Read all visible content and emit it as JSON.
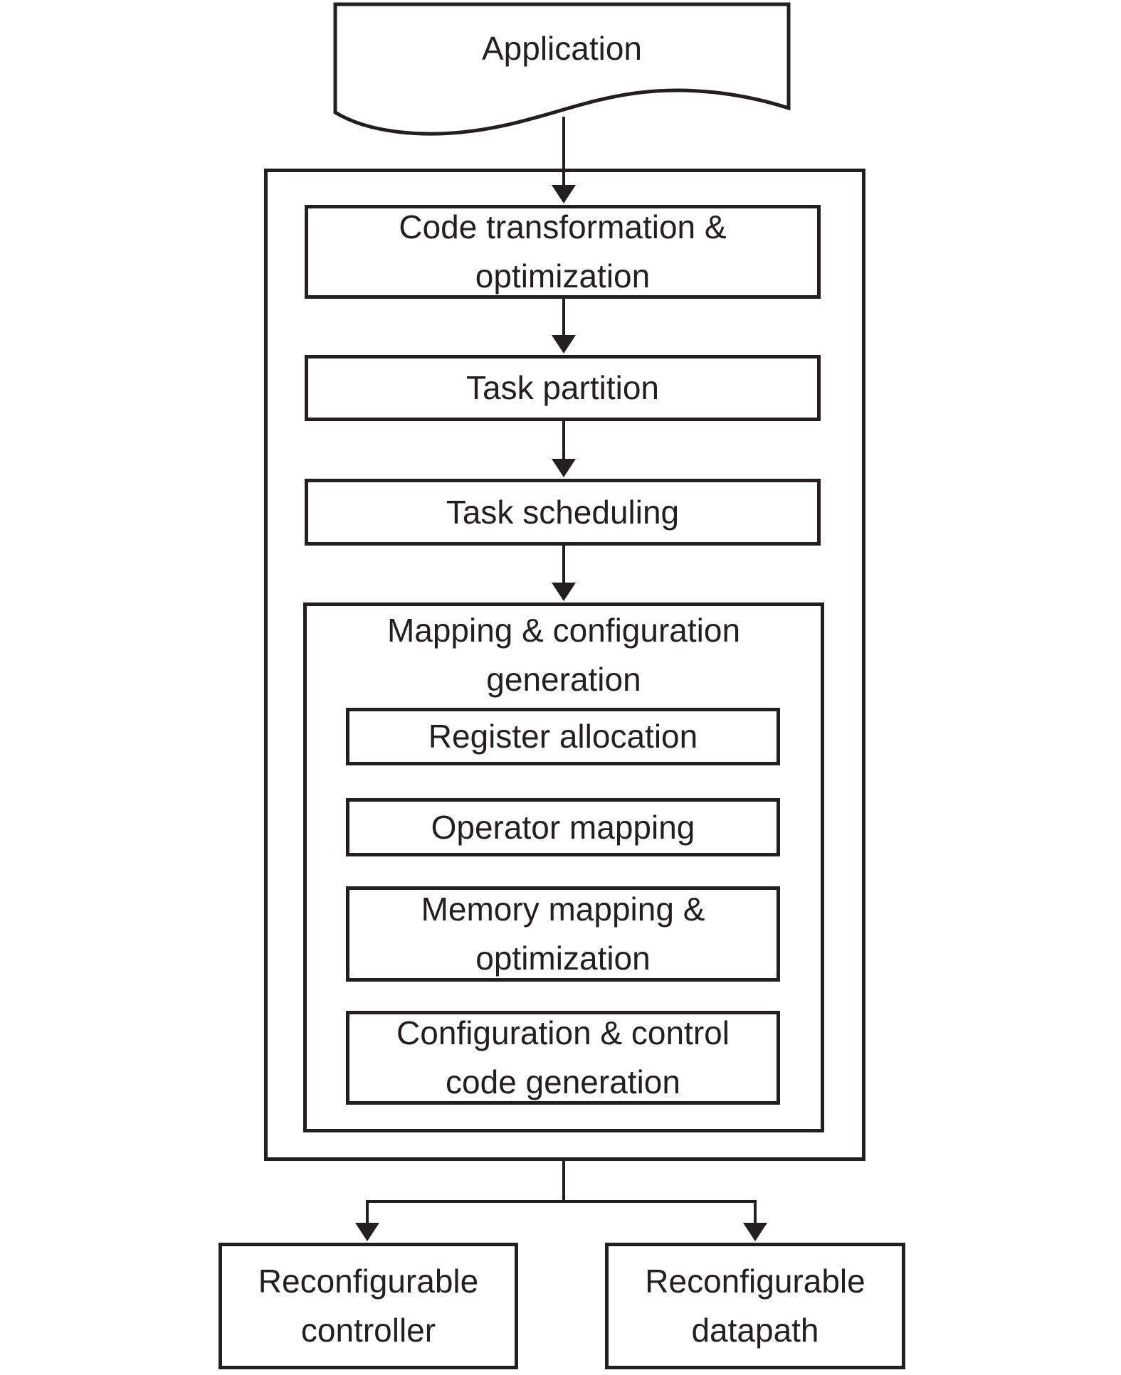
{
  "colors": {
    "ink": "#231f20",
    "background": "#ffffff"
  },
  "nodes": {
    "application": {
      "label": "Application"
    },
    "code_transformation": {
      "label": "Code transformation &\noptimization"
    },
    "task_partition": {
      "label": "Task partition"
    },
    "task_scheduling": {
      "label": "Task scheduling"
    },
    "mapping_generation": {
      "label": "Mapping & configuration\ngeneration"
    },
    "register_allocation": {
      "label": "Register allocation"
    },
    "operator_mapping": {
      "label": "Operator mapping"
    },
    "memory_mapping": {
      "label": "Memory mapping &\noptimization"
    },
    "configuration_codegen": {
      "label": "Configuration & control\ncode generation"
    },
    "reconfigurable_controller": {
      "label": "Reconfigurable\ncontroller"
    },
    "reconfigurable_datapath": {
      "label": "Reconfigurable\ndatapath"
    }
  }
}
